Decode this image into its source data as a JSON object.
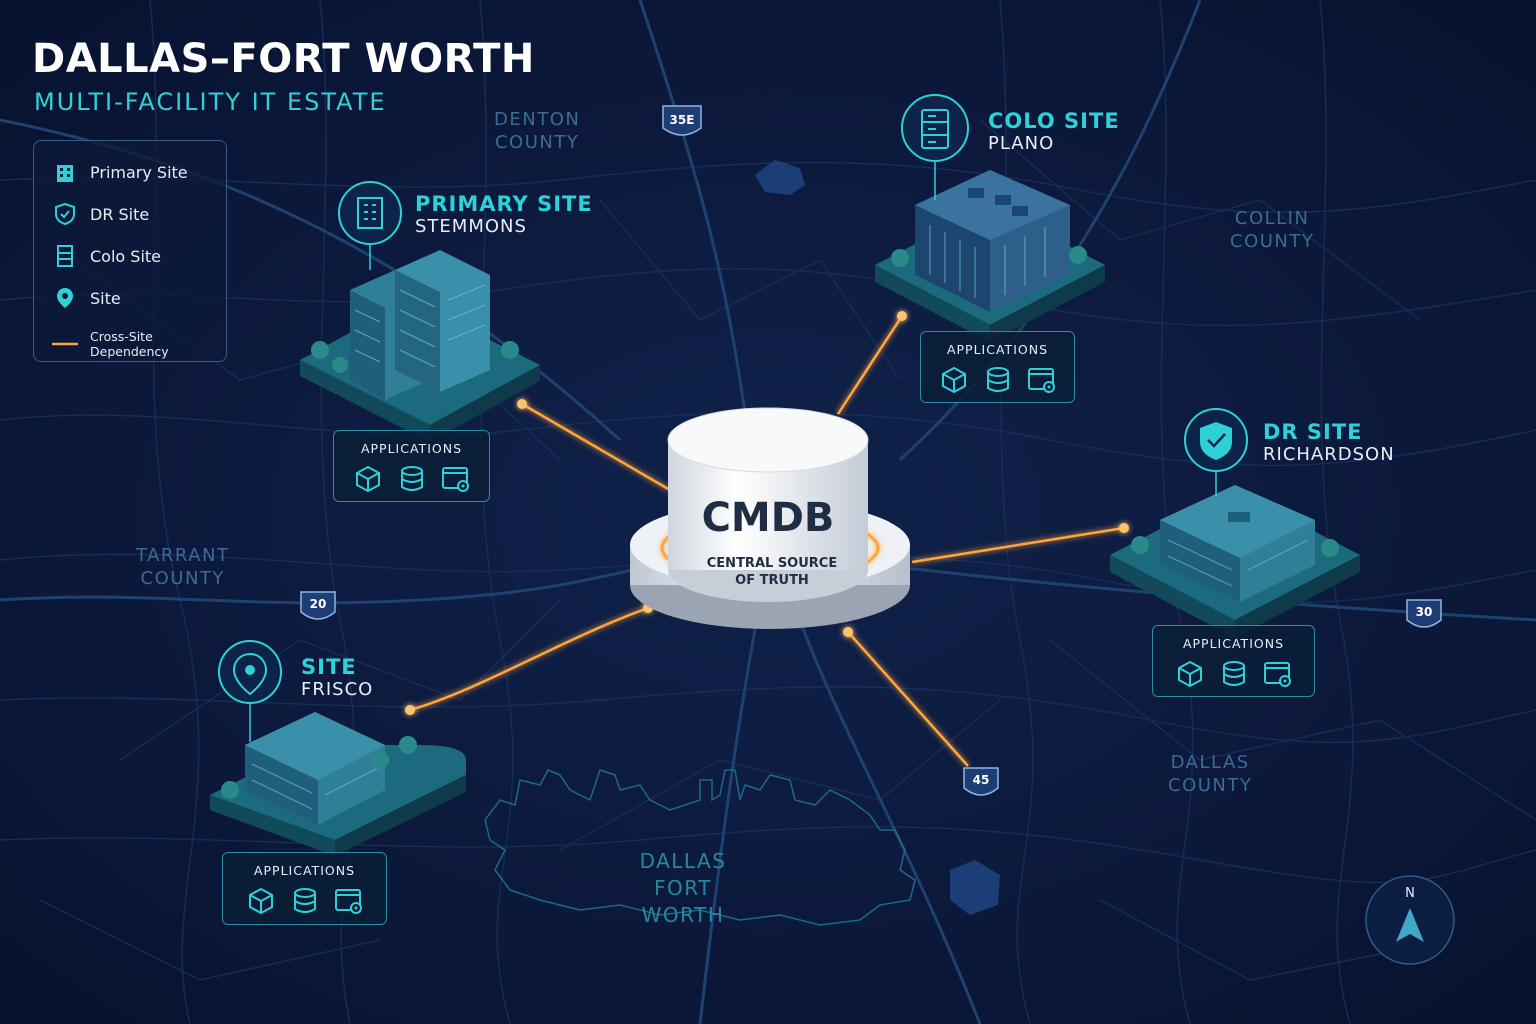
{
  "header": {
    "title": "DALLAS–FORT WORTH",
    "subtitle": "MULTI-FACILITY IT ESTATE"
  },
  "legend": {
    "items": [
      {
        "label": "Primary Site",
        "icon": "building-icon"
      },
      {
        "label": "DR Site",
        "icon": "shield-icon"
      },
      {
        "label": "Colo Site",
        "icon": "server-rack-icon"
      },
      {
        "label": "Site",
        "icon": "location-pin-icon"
      },
      {
        "label": "Cross-Site Dependency",
        "icon": "orange-line-icon"
      }
    ]
  },
  "counties": {
    "denton": [
      "DENTON",
      "COUNTY"
    ],
    "collin": [
      "COLLIN",
      "COUNTY"
    ],
    "tarrant": [
      "TARRANT",
      "COUNTY"
    ],
    "dallas": [
      "DALLAS",
      "COUNTY"
    ]
  },
  "metro_label": [
    "DALLAS",
    "FORT WORTH"
  ],
  "highways": {
    "i35e": "35E",
    "i20": "20",
    "i30": "30",
    "i45": "45"
  },
  "cmdb": {
    "label": "CMDB",
    "caption": [
      "CENTRAL SOURCE",
      "OF TRUTH"
    ]
  },
  "sites": {
    "primary": {
      "title": "PRIMARY SITE",
      "location": "STEMMONS",
      "apps_label": "APPLICATIONS"
    },
    "colo": {
      "title": "COLO SITE",
      "location": "PLANO",
      "apps_label": "APPLICATIONS"
    },
    "dr": {
      "title": "DR SITE",
      "location": "RICHARDSON",
      "apps_label": "APPLICATIONS"
    },
    "site": {
      "title": "SITE",
      "location": "FRISCO",
      "apps_label": "APPLICATIONS"
    }
  },
  "compass": {
    "north": "N"
  },
  "colors": {
    "background": "#0b1633",
    "accent_teal": "#2fd0d8",
    "dependency_orange": "#ffa53a",
    "road": "#1c3a66",
    "building": "#1f5f7a"
  }
}
